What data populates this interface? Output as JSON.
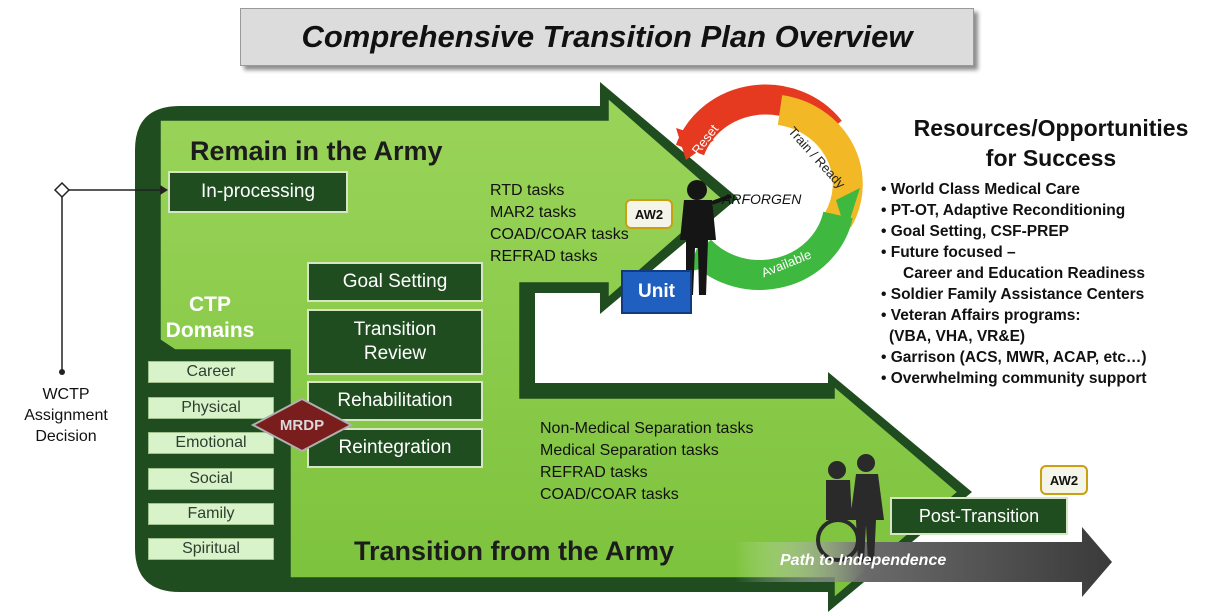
{
  "title": "Comprehensive Transition Plan Overview",
  "remain_heading": "Remain in the Army",
  "transition_heading": "Transition from the Army",
  "in_processing": "In-processing",
  "ctp_domains": {
    "title_line1": "CTP",
    "title_line2": "Domains",
    "items": [
      "Career",
      "Physical",
      "Emotional",
      "Social",
      "Family",
      "Spiritual"
    ]
  },
  "process_boxes": {
    "goal_setting": "Goal Setting",
    "transition_review_line1": "Transition",
    "transition_review_line2": "Review",
    "rehabilitation": "Rehabilitation",
    "reintegration": "Reintegration"
  },
  "mrdp": "MRDP",
  "wctp": {
    "line1": "WCTP",
    "line2": "Assignment",
    "line3": "Decision"
  },
  "remain_tasks": [
    "RTD tasks",
    "MAR2 tasks",
    "COAD/COAR tasks",
    "REFRAD tasks"
  ],
  "transition_tasks": [
    "Non-Medical Separation tasks",
    "Medical Separation tasks",
    "REFRAD tasks",
    "COAD/COAR tasks"
  ],
  "arforgen": {
    "center": "ARFORGEN",
    "reset": "Reset",
    "train_ready": "Train / Ready",
    "available": "Available"
  },
  "unit": "Unit",
  "aw2_badge": "AW2",
  "post_transition": "Post-Transition",
  "path_to_independence": "Path to Independence",
  "resources": {
    "title_line1": "Resources/Opportunities",
    "title_line2": "for Success",
    "items": [
      "• World Class Medical Care",
      "• PT-OT, Adaptive Reconditioning",
      "• Goal Setting, CSF-PREP",
      "• Future focused –",
      "      Career and Education Readiness",
      "• Soldier Family Assistance Centers",
      "• Veteran Affairs programs:",
      "  (VBA, VHA, VR&E)",
      "• Garrison (ACS, MWR, ACAP, etc…)",
      "• Overwhelming community support"
    ]
  },
  "colors": {
    "arrow_light": "#8ccc4a",
    "arrow_dark": "#1f4d1f",
    "domain_fill": "#d8f2c9",
    "mrdp_fill": "#7a1d1d",
    "unit_fill": "#1e5fc0"
  }
}
